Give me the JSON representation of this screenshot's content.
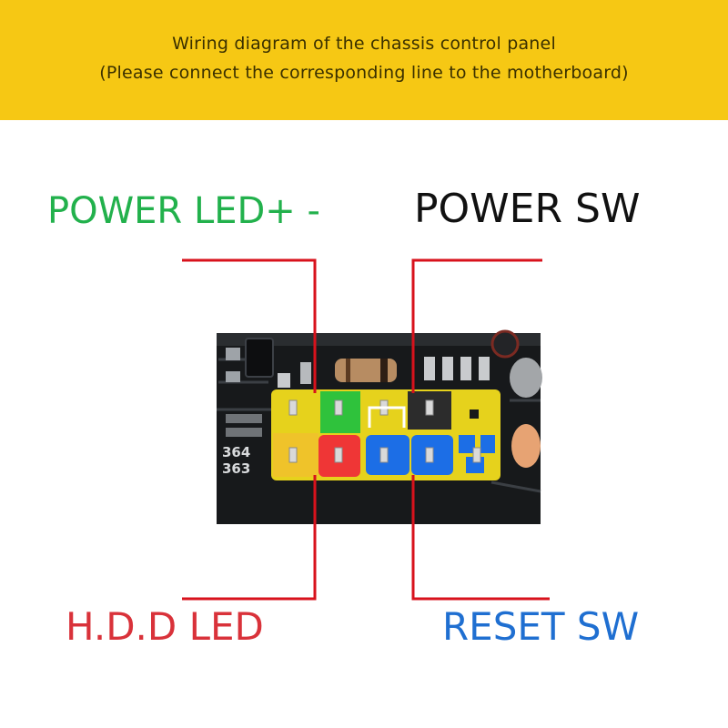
{
  "header": {
    "title_line1": "Wiring diagram of the chassis control panel",
    "title_line2": "(Please connect the corresponding line to the motherboard)"
  },
  "labels": {
    "power_led": "POWER LED+ -",
    "power_sw": "POWER SW",
    "hdd_led": "H.D.D LED",
    "reset_sw": "RESET SW"
  },
  "board": {
    "silkscreen_top": "364",
    "silkscreen_bottom": "363"
  },
  "colors": {
    "banner": "#f6c814",
    "power_led": "#22b14c",
    "power_sw": "#111111",
    "hdd_led": "#d9323a",
    "reset_sw": "#1f6fd1",
    "wire": "#d8121c",
    "header_yellow": "#e6d21c",
    "header_green": "#2fc23c",
    "header_red": "#ef3636",
    "header_blue": "#1c6ee6"
  }
}
